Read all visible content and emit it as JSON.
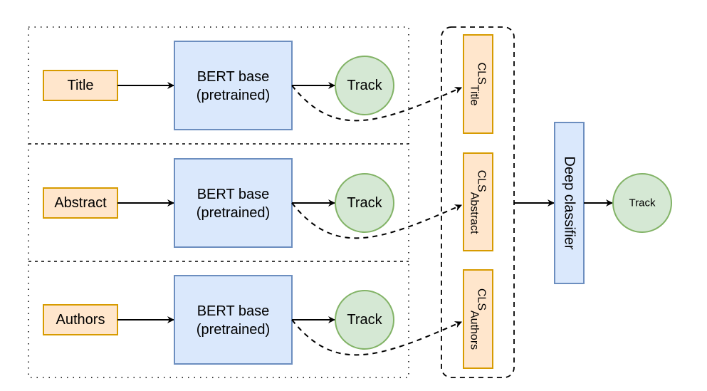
{
  "colors": {
    "input_fill": "#ffe6cc",
    "input_stroke": "#d79b00",
    "bert_fill": "#dae8fc",
    "bert_stroke": "#6c8ebf",
    "track_fill": "#d5e8d4",
    "track_stroke": "#82b366"
  },
  "rows": [
    {
      "input": "Title",
      "bert_line1": "BERT base",
      "bert_line2": "(pretrained)",
      "track": "Track",
      "cls_main": "CLS",
      "cls_sub": "Title"
    },
    {
      "input": "Abstract",
      "bert_line1": "BERT base",
      "bert_line2": "(pretrained)",
      "track": "Track",
      "cls_main": "CLS",
      "cls_sub": "Abstract"
    },
    {
      "input": "Authors",
      "bert_line1": "BERT base",
      "bert_line2": "(pretrained)",
      "track": "Track",
      "cls_main": "CLS",
      "cls_sub": "Authors"
    }
  ],
  "classifier": {
    "label": "Deep classifier"
  },
  "output": {
    "label": "Track"
  }
}
